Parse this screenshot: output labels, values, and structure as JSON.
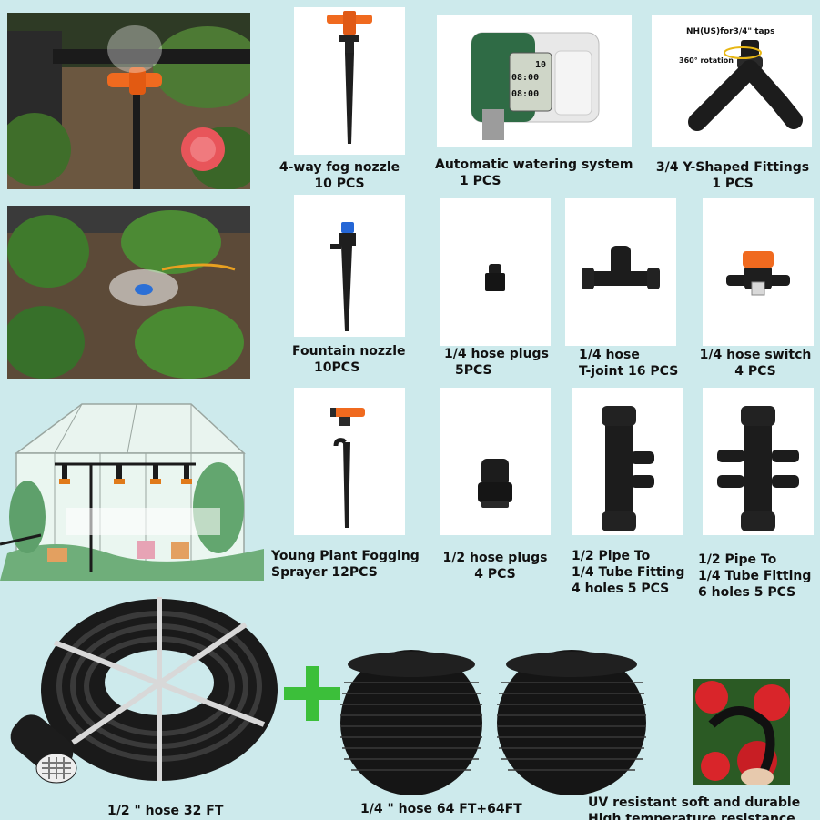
{
  "products": {
    "fog_nozzle": {
      "name": "4-way fog nozzle",
      "qty": "10 PCS"
    },
    "watering_system": {
      "name": "Automatic watering system",
      "qty": "1 PCS"
    },
    "y_fitting": {
      "name": "3/4 Y-Shaped Fittings",
      "qty": "1 PCS",
      "label_top": "NH(US)for3/4\" taps",
      "label_rotation": "360° rotation"
    },
    "fountain_nozzle": {
      "name": "Fountain nozzle",
      "qty": "10PCS"
    },
    "hose_plugs_quarter": {
      "name": "1/4 hose plugs",
      "qty": "5PCS"
    },
    "t_joint": {
      "name": "1/4 hose",
      "qty": "T-joint  16 PCS"
    },
    "hose_switch": {
      "name": "1/4 hose switch",
      "qty": "4 PCS"
    },
    "fogging_sprayer": {
      "name": "Young Plant Fogging",
      "qty": "Sprayer 12PCS"
    },
    "hose_plugs_half": {
      "name": "1/2 hose plugs",
      "qty": "4 PCS"
    },
    "fitting_4holes": {
      "line1": "1/2 Pipe To",
      "line2": "1/4 Tube Fitting",
      "line3": "4 holes   5 PCS"
    },
    "fitting_6holes": {
      "line1": "1/2 Pipe To",
      "line2": "1/4 Tube Fitting",
      "line3": "6 holes   5 PCS"
    },
    "hose_half": {
      "name": "1/2 \" hose 32 FT"
    },
    "hose_quarter": {
      "name": "1/4 \" hose 64 FT+64FT"
    },
    "uv": {
      "line1": "UV resistant soft and durable",
      "line2": "High temperature resistance"
    }
  },
  "timer_display": {
    "time1": "08:00",
    "time2": "08:00",
    "time3": "10"
  },
  "icons": [
    "plus-icon"
  ],
  "colors": {
    "background": "#cdeaec",
    "card": "#ffffff",
    "nozzle_orange": "#f06a1f",
    "timer_green": "#2f6b45",
    "plus_green": "#3cbf3a",
    "hose_black": "#1a1a1a"
  }
}
